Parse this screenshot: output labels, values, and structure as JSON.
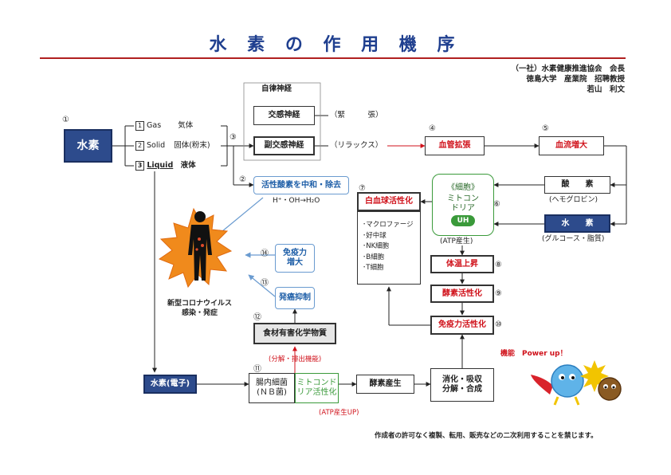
{
  "title": "水 素 の 作 用 機 序",
  "author": [
    "（一社）水素健康推進協会　会長",
    "徳島大学　産業院　招聘教授",
    "若山　利文"
  ],
  "nodes": {
    "hydrogen": "水素",
    "autonomic": "自律神経",
    "sympathetic": "交感神経",
    "parasympathetic": "副交感神経",
    "neutralize": "活性酸素を中和・除去",
    "vasodilation": "血管拡張",
    "bloodflow": "血流増大",
    "cell_label": "《細胞》",
    "mito": "ミトコン\nドリア",
    "atp_cell": "(ATP産生)",
    "oxygen": "酸　　素",
    "hemoglobin": "(ヘモグロビン)",
    "hydrogen2": "水　　素",
    "glucose": "(グルコース・脂質)",
    "leukocyte": "白血球活性化",
    "body_temp": "体温上昇",
    "enzyme_act": "酵素活性化",
    "immune_act": "免疫力活性化",
    "immune_up": "免疫力\n増大",
    "cancer": "発癌抑制",
    "harmful": "食材有害化学物質",
    "hydrogen_e": "水素(電子)",
    "gut": "腸内細菌\n(ＮＢ菌)",
    "mito2": "ミトコンド\nリア活性化",
    "enzyme_prod": "酵素産生",
    "digestion": "消化・吸収\n分解・合成"
  },
  "states": {
    "gas": "Gas",
    "gas_jp": "気体",
    "solid": "Solid",
    "solid_jp": "固体(粉末)",
    "liquid": "Liquid",
    "liquid_jp": "液体",
    "n1": "1",
    "n2": "2",
    "n3": "3"
  },
  "labels": {
    "tension": "（緊　　　張）",
    "relax": "（リラックス）",
    "formula": "H⁺・OH→H₂O",
    "cells": [
      "･マクロファージ",
      "･好中球",
      "･NK細胞",
      "･B細胞",
      "･T細胞"
    ],
    "covid": "新型コロナウイルス\n感染・発症",
    "decompose": "(分解・排出機能)",
    "atp_up": "(ATP産生UP)",
    "power": "機能　Power  up！",
    "footer": "作成者の許可なく複製、転用、販売などの二次利用することを禁じます。",
    "mito_icon": "UH"
  },
  "steps": [
    "①",
    "②",
    "③",
    "④",
    "⑤",
    "⑥",
    "⑦",
    "⑧",
    "⑨",
    "⑩",
    "⑪",
    "⑫",
    "⑬",
    "⑭"
  ],
  "colors": {
    "navy": "#2d4b8c",
    "red": "#d0121b",
    "blue": "#1f5fa8",
    "rule": "#b02020",
    "virus": "#f08a1c",
    "green": "#3a9a3a"
  }
}
